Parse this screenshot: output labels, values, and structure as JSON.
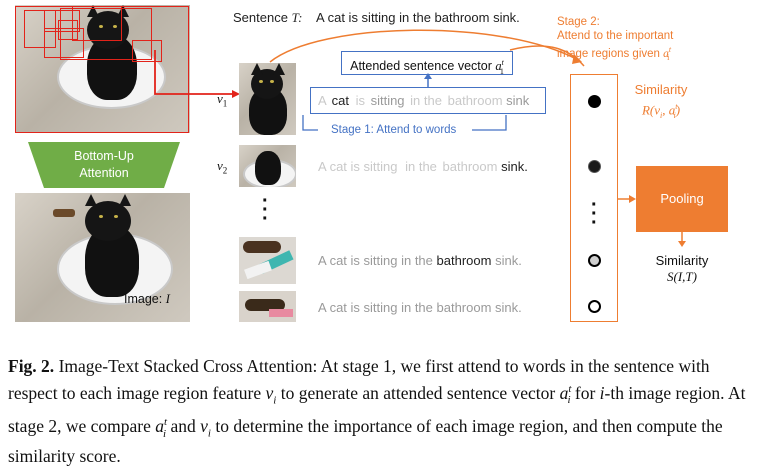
{
  "sentence_header": {
    "label": "Sentence",
    "symbol": "T:",
    "text": "A cat is sitting in the bathroom sink."
  },
  "bottom_up": {
    "label_line1": "Bottom-Up",
    "label_line2": "Attention"
  },
  "image_label": {
    "text": "Image:",
    "symbol": "I"
  },
  "attended_vector": {
    "text": "Attended sentence vector",
    "symbol": "a",
    "sup": "t",
    "sub": "1"
  },
  "stage1": {
    "text": "Stage 1: Attend to words"
  },
  "stage2": {
    "line1": "Stage 2:",
    "line2": "Attend to the important",
    "line3": "image regions given",
    "symbol": "a",
    "sup": "t",
    "sub": "i"
  },
  "region_labels": {
    "v1": "v",
    "v1_sub": "1",
    "v2": "v",
    "v2_sub": "2"
  },
  "rows": [
    {
      "words": [
        "A",
        "cat",
        "is",
        "sitting",
        "in",
        "the",
        "bathroom",
        "sink"
      ]
    },
    {
      "words": [
        "A cat is sitting",
        "in the",
        "bathroom",
        "sink."
      ]
    },
    {
      "words": [
        "A cat is sitting in the",
        "bathroom",
        "sink."
      ]
    },
    {
      "words": [
        "A cat is sitting in the bathroom sink."
      ]
    }
  ],
  "similarity_box": {
    "label": "Similarity",
    "formula": "R(v",
    "formula_sub": "i",
    "formula_mid": ", a",
    "formula_sup": "t",
    "formula_sub2": "i",
    "formula_end": ")"
  },
  "pooling": {
    "label": "Pooling"
  },
  "final_similarity": {
    "label": "Similarity",
    "formula": "S(I,T)"
  },
  "caption": {
    "fig": "Fig. 2.",
    "p1": " Image-Text Stacked Cross Attention: At stage 1, we first attend to words in the sentence with respect to each image region feature ",
    "v": "v",
    "vsub": "i",
    "p2": " to generate an attended sentence vector ",
    "a": "a",
    "asup": "t",
    "asub": "i",
    "p3": " for ",
    "ith": "i",
    "p4": "-th image region. At stage 2, we compare ",
    "a2": "a",
    "a2sup": "t",
    "a2sub": "i",
    "p5": " and ",
    "v2": "v",
    "v2sub": "i",
    "p6": " to determine the importance of each image region, and then compute the similarity score."
  },
  "colors": {
    "orange": "#ee7d31",
    "blue": "#4472c4",
    "green": "#70ad47",
    "red": "#e2231a"
  }
}
